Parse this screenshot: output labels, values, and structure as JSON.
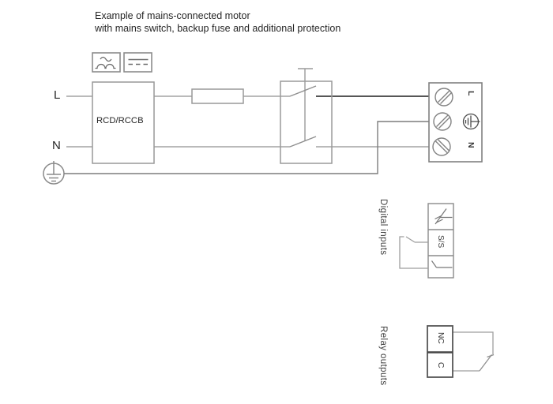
{
  "title": {
    "line1": "Example of mains-connected motor",
    "line2": "with mains switch, backup fuse and additional protection"
  },
  "supply": {
    "line_label": "L",
    "neutral_label": "N"
  },
  "rcd": {
    "label": "RCD/RCCB"
  },
  "type_symbols": {
    "box1_icon": "ac-and-pulsating-dc-waveform-icon",
    "box2_icon": "smooth-dc-waveform-icon"
  },
  "mains_terminal": {
    "l_label": "L",
    "n_label": "N",
    "middle_icon": "protective-earth-icon",
    "screw_icons": [
      "screw-terminal-icon",
      "screw-terminal-icon",
      "screw-terminal-icon"
    ]
  },
  "digital_inputs": {
    "section_label": "Digital inputs",
    "terminals": [
      {
        "icon": "digital-input-signal-icon"
      },
      {
        "label": "S/S"
      },
      {
        "icon": "signal-common-icon"
      }
    ]
  },
  "relay_outputs": {
    "section_label": "Relay outputs",
    "terminals": [
      {
        "label": "NC"
      },
      {
        "label": "C"
      }
    ]
  },
  "colors": {
    "wire": "#a3a3a3",
    "wire_dark": "#7d7d7d",
    "wire_black": "#1f1f1f",
    "box_gray": "#8c8c8c",
    "box_dark": "#565656",
    "text": "#262626"
  }
}
